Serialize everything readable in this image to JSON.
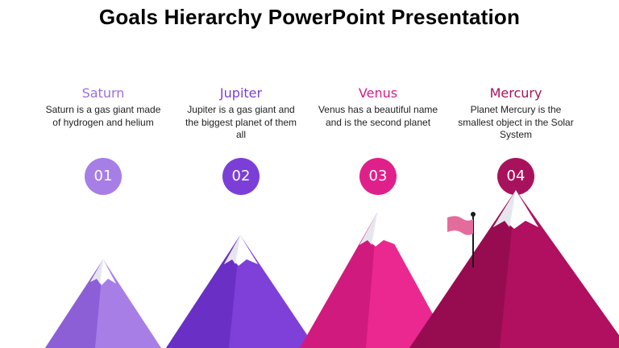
{
  "title": "Goals Hierarchy PowerPoint Presentation",
  "colors": {
    "saturn": "#9a6be0",
    "jupiter": "#7a3dd6",
    "venus": "#e01f8a",
    "mercury": "#b0105f"
  },
  "goals": [
    {
      "name": "Saturn",
      "description": "Saturn is a gas giant made of hydrogen and helium",
      "number": "01"
    },
    {
      "name": "Jupiter",
      "description": "Jupiter is a gas giant and the biggest planet of them all",
      "number": "02"
    },
    {
      "name": "Venus",
      "description": "Venus has a beautiful name and is the second planet",
      "number": "03"
    },
    {
      "name": "Mercury",
      "description": "Planet Mercury is the smallest object in the Solar System",
      "number": "04"
    }
  ]
}
